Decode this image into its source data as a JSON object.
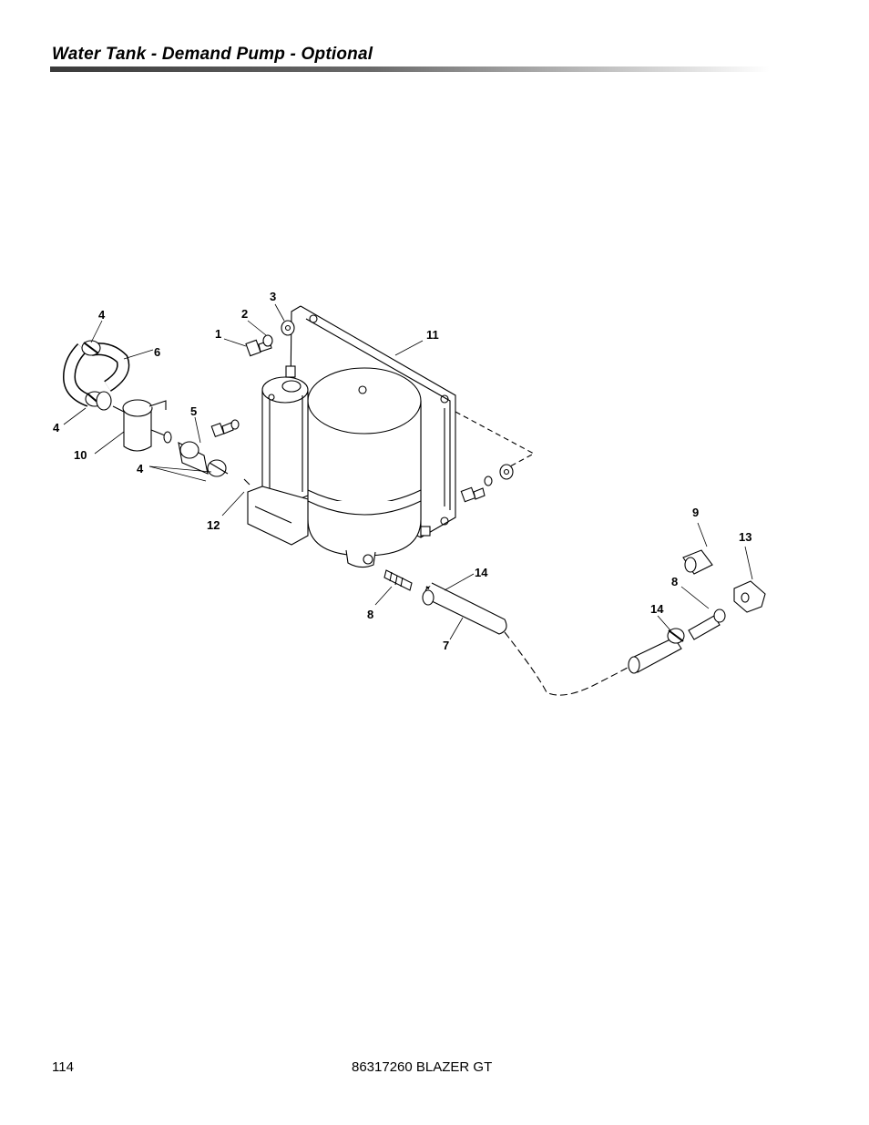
{
  "header": {
    "title": "Water Tank - Demand Pump - Optional"
  },
  "callouts": {
    "c1": "1",
    "c2": "2",
    "c3": "3",
    "c4a": "4",
    "c4b": "4",
    "c4c": "4",
    "c5": "5",
    "c6": "6",
    "c7": "7",
    "c8a": "8",
    "c8b": "8",
    "c9": "9",
    "c10": "10",
    "c11": "11",
    "c12": "12",
    "c13": "13",
    "c14a": "14",
    "c14b": "14"
  },
  "footer": {
    "page_number": "114",
    "doc_title": "86317260 BLAZER GT"
  }
}
